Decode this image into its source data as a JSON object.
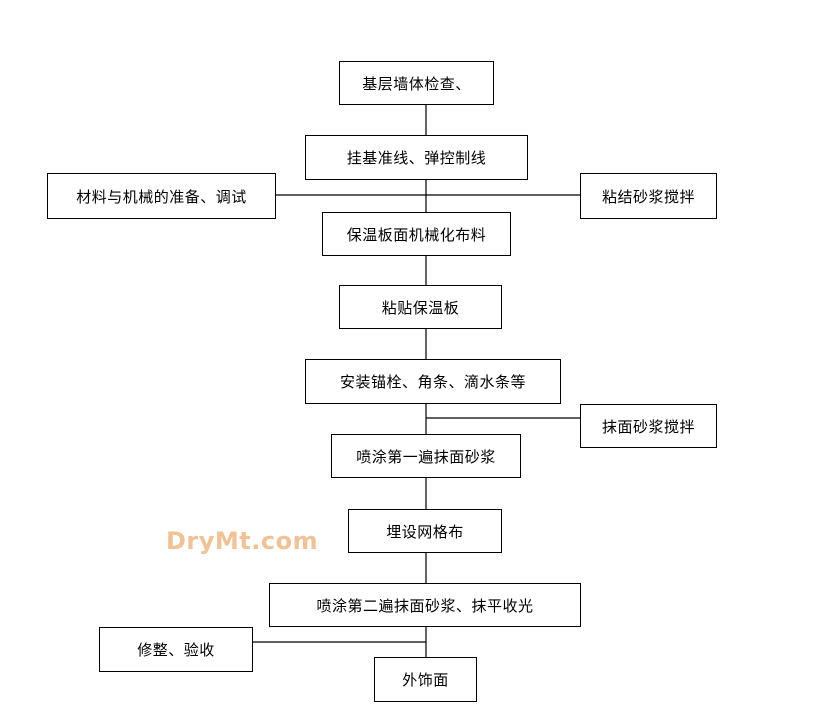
{
  "flowchart": {
    "steps": [
      "基层墙体检查、",
      "挂基准线、弹控制线",
      "保温板面机械化布料",
      "粘贴保温板",
      "安装锚栓、角条、滴水条等",
      "喷涂第一遍抹面砂浆",
      "埋设网格布",
      "喷涂第二遍抹面砂浆、抹平收光",
      "外饰面"
    ],
    "side_inputs": {
      "materials_machinery": "材料与机械的准备、调试",
      "adhesive_mortar": "粘结砂浆搅拌",
      "plaster_mortar": "抹面砂浆搅拌",
      "trim_acceptance": "修整、验收"
    }
  },
  "watermark": "DryMt.com"
}
